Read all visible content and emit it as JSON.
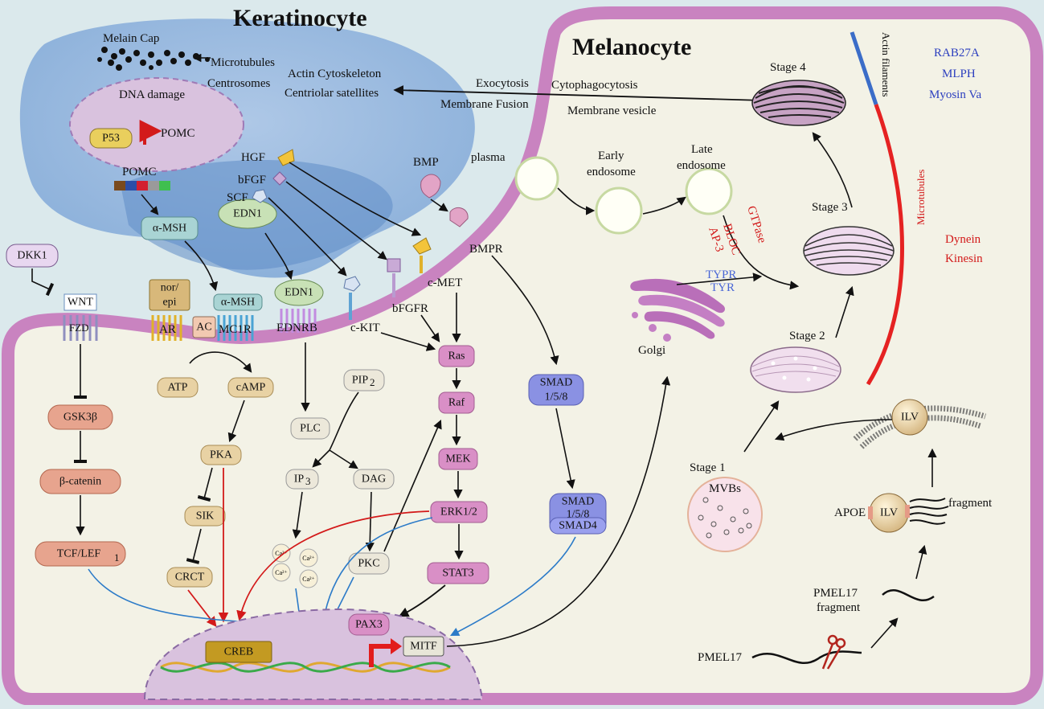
{
  "titles": {
    "keratinocyte": "Keratinocyte",
    "melanocyte": "Melanocyte"
  },
  "keratinocyte": {
    "melain_cap": "Melain Cap",
    "microtubules": "Microtubules",
    "actin_cytoskeleton": "Actin Cytoskeleton",
    "centrosomes": "Centrosomes",
    "centriolar_satellites": "Centriolar satellites",
    "dna_damage": "DNA damage",
    "p53": "P53",
    "pomc_gene": "POMC",
    "pomc_protein": "POMC",
    "a_msh": "α-MSH",
    "edn1": "EDN1",
    "hgf": "HGF",
    "bfgf": "bFGF",
    "scf": "SCF"
  },
  "transfer": {
    "exocytosis": "Exocytosis",
    "cytophagocytosis": "Cytophagocytosis",
    "membrane_fusion": "Membrane Fusion",
    "membrane_vesicle": "Membrane vesicle"
  },
  "endosomes": {
    "plasma": "plasma",
    "early_1": "Early",
    "early_2": "endosome",
    "late_1": "Late",
    "late_2": "endosome",
    "bloc": "BLOC",
    "ap3": "AP-3",
    "gtpase": "GTPase",
    "typr": "TYPR",
    "tyr": "TYR",
    "golgi": "Golgi"
  },
  "melanosome": {
    "stage1": "Stage 1",
    "stage2": "Stage 2",
    "stage3": "Stage 3",
    "stage4": "Stage 4",
    "mvbs": "MVBs",
    "ilv": "ILV",
    "apoe": "APOE",
    "fragment": "fragment",
    "pmel17_fragment_1": "PMEL17",
    "pmel17_fragment_2": "fragment",
    "pmel17": "PMEL17"
  },
  "transport": {
    "actin_filaments": "Actin filaments",
    "microtubules": "Microtubules",
    "rab27a": "RAB27A",
    "mlph": "MLPH",
    "myosin_va": "Myosin Va",
    "dynein": "Dynein",
    "kinesin": "Kinesin"
  },
  "wnt_path": {
    "dkk1": "DKK1",
    "wnt": "WNT",
    "fzd": "FZD",
    "gsk3b": "GSK3β",
    "b_catenin": "β-catenin",
    "tcf_lef": "TCF/LEF",
    "tcf_sub": "1"
  },
  "camp_path": {
    "nor_epi_1": "nor/",
    "nor_epi_2": "epi",
    "ar": "AR",
    "ac": "AC",
    "a_msh": "α-MSH",
    "mc1r": "MC1R",
    "atp": "ATP",
    "camp": "cAMP",
    "pka": "PKA",
    "sik": "SIK",
    "crct": "CRCT"
  },
  "plc_path": {
    "edn1": "EDN1",
    "ednrb": "EDNRB",
    "pip2": "PIP",
    "pip2_sub": "2",
    "plc": "PLC",
    "ip3": "IP",
    "ip3_sub": "3",
    "dag": "DAG",
    "pkc": "PKC",
    "ca": "Ca²⁺"
  },
  "mapk_path": {
    "ckit": "c-KIT",
    "bfgfr": "bFGFR",
    "cmet": "c-MET",
    "ras": "Ras",
    "raf": "Raf",
    "mek": "MEK",
    "erk": "ERK1/2",
    "stat3": "STAT3"
  },
  "bmp_path": {
    "bmp": "BMP",
    "bmpr": "BMPR",
    "smad_1": "SMAD",
    "smad_2": "1/5/8",
    "smad4": "SMAD4"
  },
  "nucleus": {
    "creb": "CREB",
    "pax3": "PAX3",
    "mitf": "MITF"
  },
  "colors": {
    "cell_membrane": "#c983c0",
    "cytoplasm": "#f3f2e6",
    "keratinocyte": "#8fb3dc",
    "nucleus": "#d9c2de",
    "signal_node": "#d98fc6",
    "gene_node": "#e8d2a4",
    "smad_node": "#8a91e3",
    "red_label": "#d31a1a",
    "blue_label": "#2c3fbf"
  }
}
